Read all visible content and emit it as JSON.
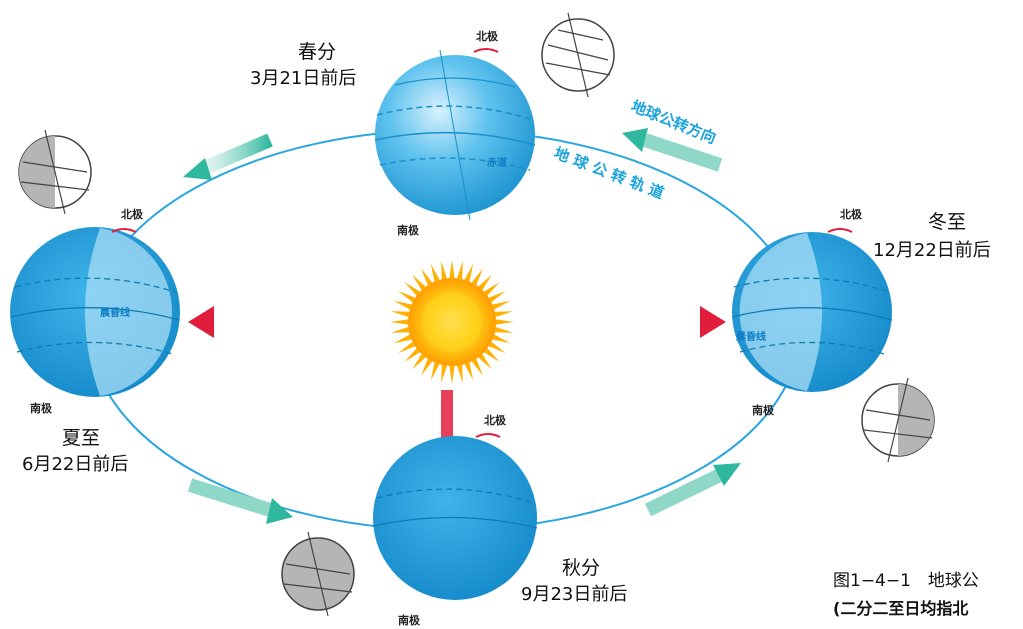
{
  "positions": {
    "spring": {
      "season": "春分",
      "date": "3月21日前后",
      "north": "北极",
      "south": "南极",
      "belt": "赤道"
    },
    "summer": {
      "season": "夏至",
      "date": "6月22日前后",
      "north": "北极",
      "south": "南极",
      "belt": "晨昏线"
    },
    "autumn": {
      "season": "秋分",
      "date": "9月23日前后",
      "north": "北极",
      "south": "南极"
    },
    "winter": {
      "season": "冬至",
      "date": "12月22日前后",
      "north": "北极",
      "south": "南极",
      "belt": "晨昏线"
    }
  },
  "orbit": {
    "direction_label": "地球公转方向",
    "orbit_label": "地 球 公 转 轨 道"
  },
  "caption": {
    "line1": "图1−4−1　地球公",
    "line2": "(二分二至日均指北"
  },
  "colors": {
    "orbit": "#27a6e0",
    "sun_core": "#ffd21a",
    "sun_ray": "#ffb000",
    "arrow_red": "#e8203a",
    "arrow_teal": "#3fbfa8",
    "globe": "#2aa9e3",
    "globe_dark": "#1b8fc9",
    "globe_light": "#a9def6"
  }
}
